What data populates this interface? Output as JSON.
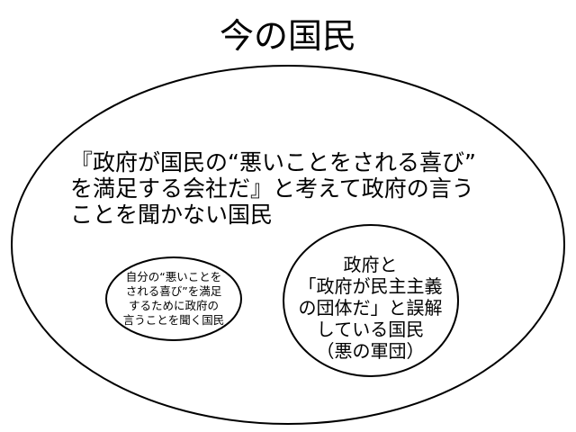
{
  "title": "今の国民",
  "outer": {
    "lines": [
      "『政府が国民の“悪いことをされる喜び”",
      "を満足する会社だ』と考えて政府の言う",
      "ことを聞かない国民"
    ]
  },
  "small": {
    "lines": [
      "自分の“悪いことを",
      "される喜び”を満足",
      "するために政府の",
      "言うことを聞く国民"
    ]
  },
  "right": {
    "lines": [
      "政府と",
      "「政府が民主主義",
      "の団体だ」と誤解",
      "している国民",
      "（悪の軍団）"
    ]
  }
}
